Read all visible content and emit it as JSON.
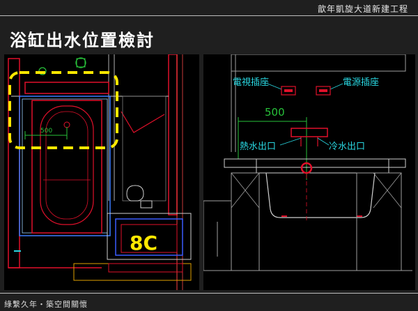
{
  "header": {
    "project_name": "歆年凱旋大道新建工程"
  },
  "page_title": "浴缸出水位置檢討",
  "left_plan": {
    "dimension": "500",
    "room_label": "8C"
  },
  "right_elevation": {
    "dimension": "500",
    "tv_outlet": "電視插座",
    "power_outlet": "電源插座",
    "hot_water_outlet": "熱水出口",
    "cold_water_outlet": "冷水出口"
  },
  "footer": {
    "motto": "綠繫久年・築空間關懷"
  },
  "colors": {
    "background": "#1f1f1f",
    "cad_background": "#000000",
    "wall_red": "#e0102a",
    "cyan_label": "#29d6e0",
    "highlight_yellow": "#ffe800",
    "dimension_green": "#27c23a"
  }
}
